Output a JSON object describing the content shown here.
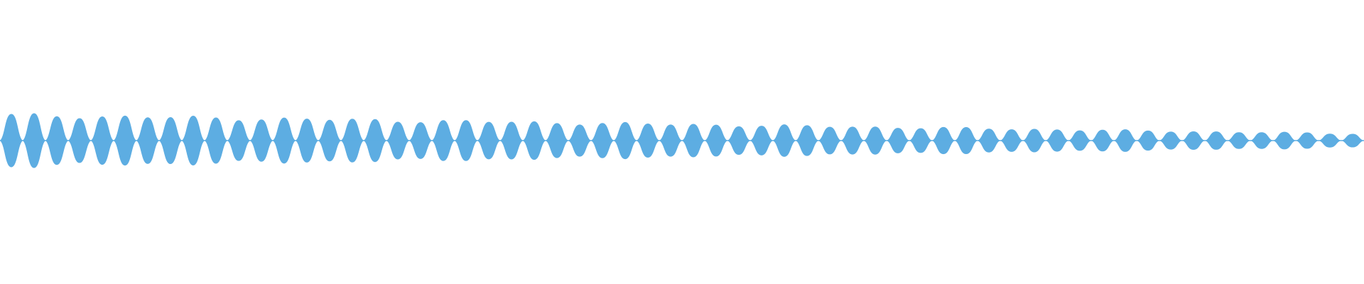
{
  "waveform": {
    "color": "#5dade2",
    "background": "#ffffff",
    "lobe_count": 60,
    "amplitude_start": 1.0,
    "amplitude_end": 0.28
  }
}
